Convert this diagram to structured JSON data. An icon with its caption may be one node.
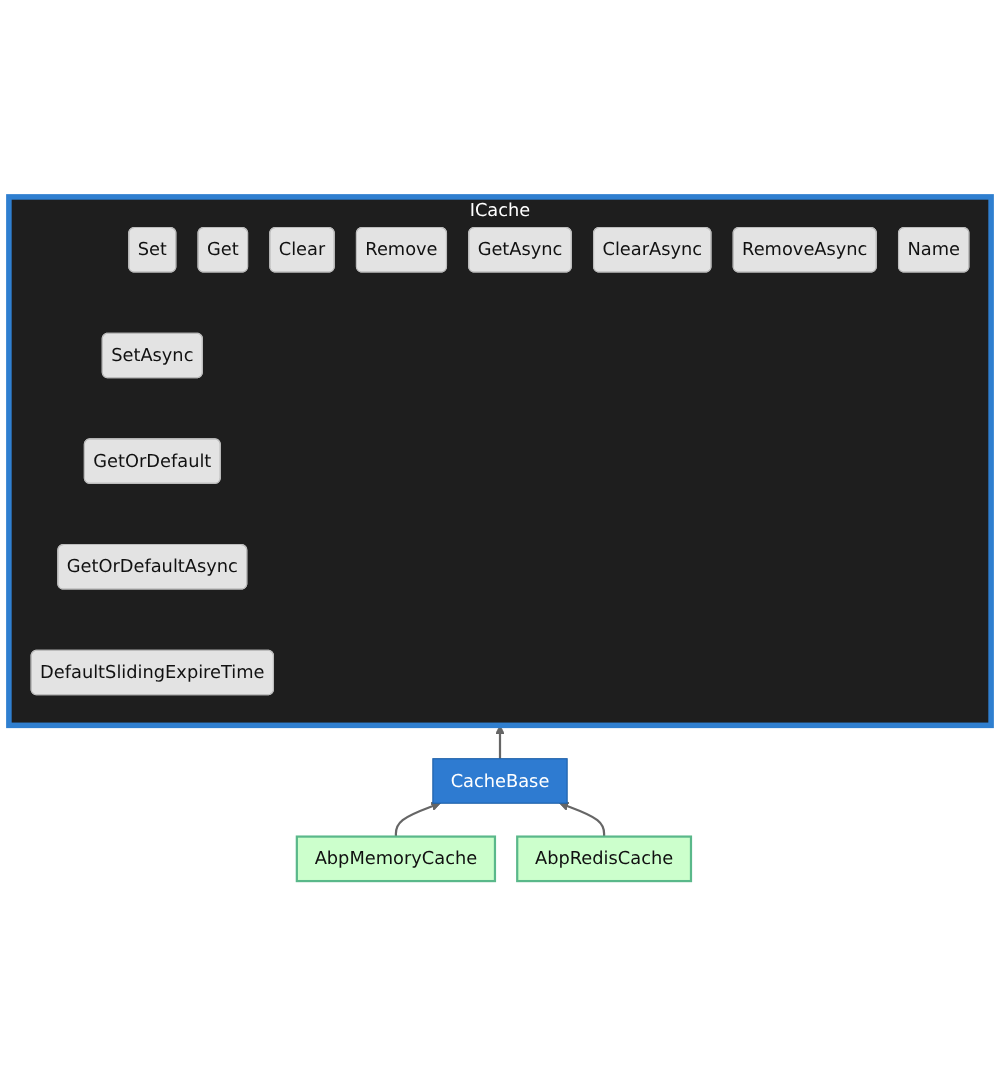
{
  "diagram": {
    "nodes": [
      {
        "text": [
          "ICache"
        ]
      },
      {
        "text": [
          "Set"
        ],
        "in": 0
      },
      {
        "text": [
          "Get"
        ],
        "in": 0
      },
      {
        "text": [
          "Clear"
        ],
        "in": 0
      },
      {
        "text": [
          "Remove"
        ],
        "in": 0
      },
      {
        "text": [
          "SetAsync"
        ],
        "in": 0
      },
      {
        "text": [
          "GetAsync"
        ],
        "in": 0
      },
      {
        "text": [
          "ClearAsync"
        ],
        "in": 0
      },
      {
        "text": [
          "GetOrDefault"
        ],
        "in": 0
      },
      {
        "text": [
          "RemoveAsync"
        ],
        "in": 0
      },
      {
        "text": [
          "GetOrDefaultAsync"
        ],
        "in": 0
      },
      {
        "text": [
          "Name"
        ],
        "in": 0
      },
      {
        "text": [
          "DefaultSlidingExpireTime"
        ],
        "in": 0
      },
      {
        "text": [
          "CacheBase"
        ]
      },
      {
        "text": [
          "AbpMemoryCache"
        ]
      },
      {
        "text": [
          "AbpRedisCache"
        ]
      }
    ],
    "edges": [
      {
        "from": 13,
        "to": 0,
        "arrow": "to"
      },
      {
        "from": 14,
        "to": 13,
        "arrow": "to"
      },
      {
        "from": 15,
        "to": 13,
        "arrow": "to"
      }
    ]
  }
}
